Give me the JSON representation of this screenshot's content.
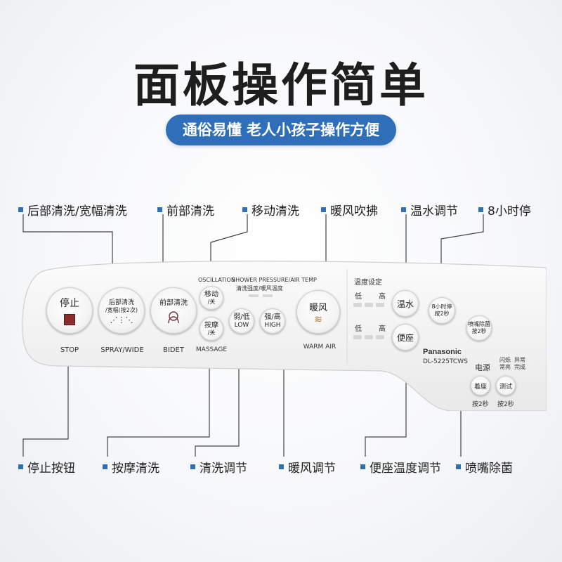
{
  "title": "面板操作简单",
  "subtitle": "通俗易懂 老人小孩子操作方便",
  "colors": {
    "accent": "#2f6fba",
    "stop_indicator": "#8b2b2b"
  },
  "top_callouts": [
    "后部清洗/宽幅清洗",
    "前部清洗",
    "移动清洗",
    "暖风吹拂",
    "温水调节",
    "8小时停"
  ],
  "bottom_callouts": [
    "停止按钮",
    "按摩清洗",
    "清洗调节",
    "暖风调节",
    "便座温度调节",
    "喷嘴除菌"
  ],
  "panel": {
    "stop": {
      "label": "停止",
      "caption": "STOP"
    },
    "spray": {
      "label_line1": "后部清洗",
      "label_line2": "/宽幅(按2次)",
      "caption": "SPRAY/WIDE"
    },
    "bidet": {
      "label": "前部清洗",
      "caption": "BIDET"
    },
    "oscillation": {
      "header": "OSCILLATION",
      "line1": "移动",
      "line2": "/关"
    },
    "massage": {
      "line1": "按摩",
      "line2": "/关",
      "caption": "MASSAGE"
    },
    "pressure_header_en": "SHOWER PRESSURE/AIR TEMP",
    "pressure_header_cn": "清洗强度/暖风温度",
    "low": {
      "line1": "弱/低",
      "line2": "LOW"
    },
    "high": {
      "line1": "强/高",
      "line2": "HIGH"
    },
    "warm_air": {
      "label": "暖风",
      "caption": "WARM AIR"
    },
    "temp_setting": "温度设定",
    "low_text": "低",
    "high_text": "高",
    "water_temp": "温水",
    "seat_temp": "便座",
    "eight_hour": {
      "line1": "8小时停",
      "line2": "按2秒"
    },
    "nozzle_clean": {
      "line1": "喷嘴除菌",
      "line2": "按2秒"
    },
    "brand": "Panasonic",
    "model": "DL-5225TCWS",
    "power": "电源",
    "flash_on": "闪烁",
    "always_on": "常亮",
    "abnormal": "异常",
    "complete": "完成",
    "seat": "着座",
    "test": "测试",
    "press_2s_a": "按2秒",
    "press_2s_b": "按2秒"
  }
}
